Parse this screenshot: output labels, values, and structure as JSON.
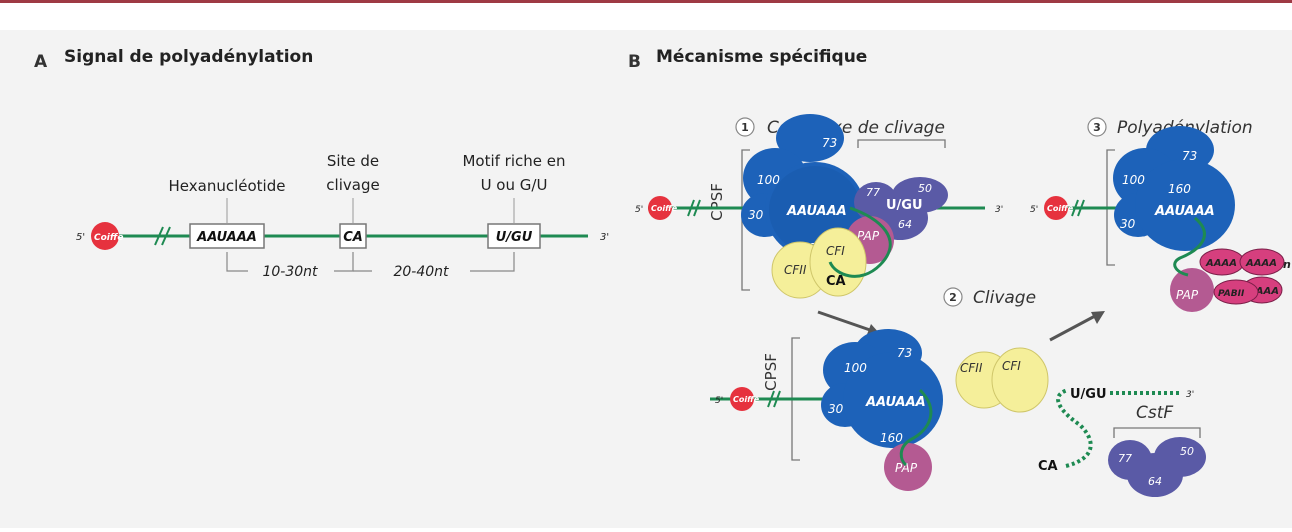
{
  "colors": {
    "top_rule": "#9e3a44",
    "panel_bg": "#f3f3f3",
    "rna": "#1e8a52",
    "cpsf": "#1d62b9",
    "cpsf_dark": "#14509d",
    "cstf": "#5a5aa6",
    "cf": "#f5ef9a",
    "pap": "#b45a92",
    "pabii": "#d63f7e",
    "cap": "#e6323e"
  },
  "panel_a": {
    "letter": "A",
    "title": "Signal de polyadénylation",
    "hexanucleotide_label": "Hexanucléotide",
    "site_label_1": "Site de",
    "site_label_2": "clivage",
    "motif_label_1": "Motif riche en",
    "motif_label_2": "U ou G/U",
    "box_aauaaa": "AAUAAA",
    "box_ca": "CA",
    "box_ugu": "U/GU",
    "cap": "Coiffe",
    "five_prime": "5'",
    "three_prime": "3'",
    "dist1": "10-30nt",
    "dist2": "20-40nt"
  },
  "panel_b": {
    "letter": "B",
    "title": "Mécanisme spécifique",
    "step1_num": "1",
    "step1_label": "Complexe de clivage",
    "step2_num": "2",
    "step2_label": "Clivage",
    "step3_num": "3",
    "step3_label": "Polyadénylation",
    "cpsf": "CPSF",
    "cstf": "CstF",
    "n100": "100",
    "n73": "73",
    "n160": "160",
    "n30": "30",
    "n77": "77",
    "n50": "50",
    "n64": "64",
    "aauaaa": "AAUAAA",
    "ugu": "U/GU",
    "ca": "CA",
    "pap": "PAP",
    "cfi": "CFI",
    "cfii": "CFII",
    "pabii": "PABII",
    "aaaa": "AAAA",
    "n_sub": "n",
    "cap": "Coiffe",
    "five_prime": "5'",
    "three_prime": "3'"
  }
}
